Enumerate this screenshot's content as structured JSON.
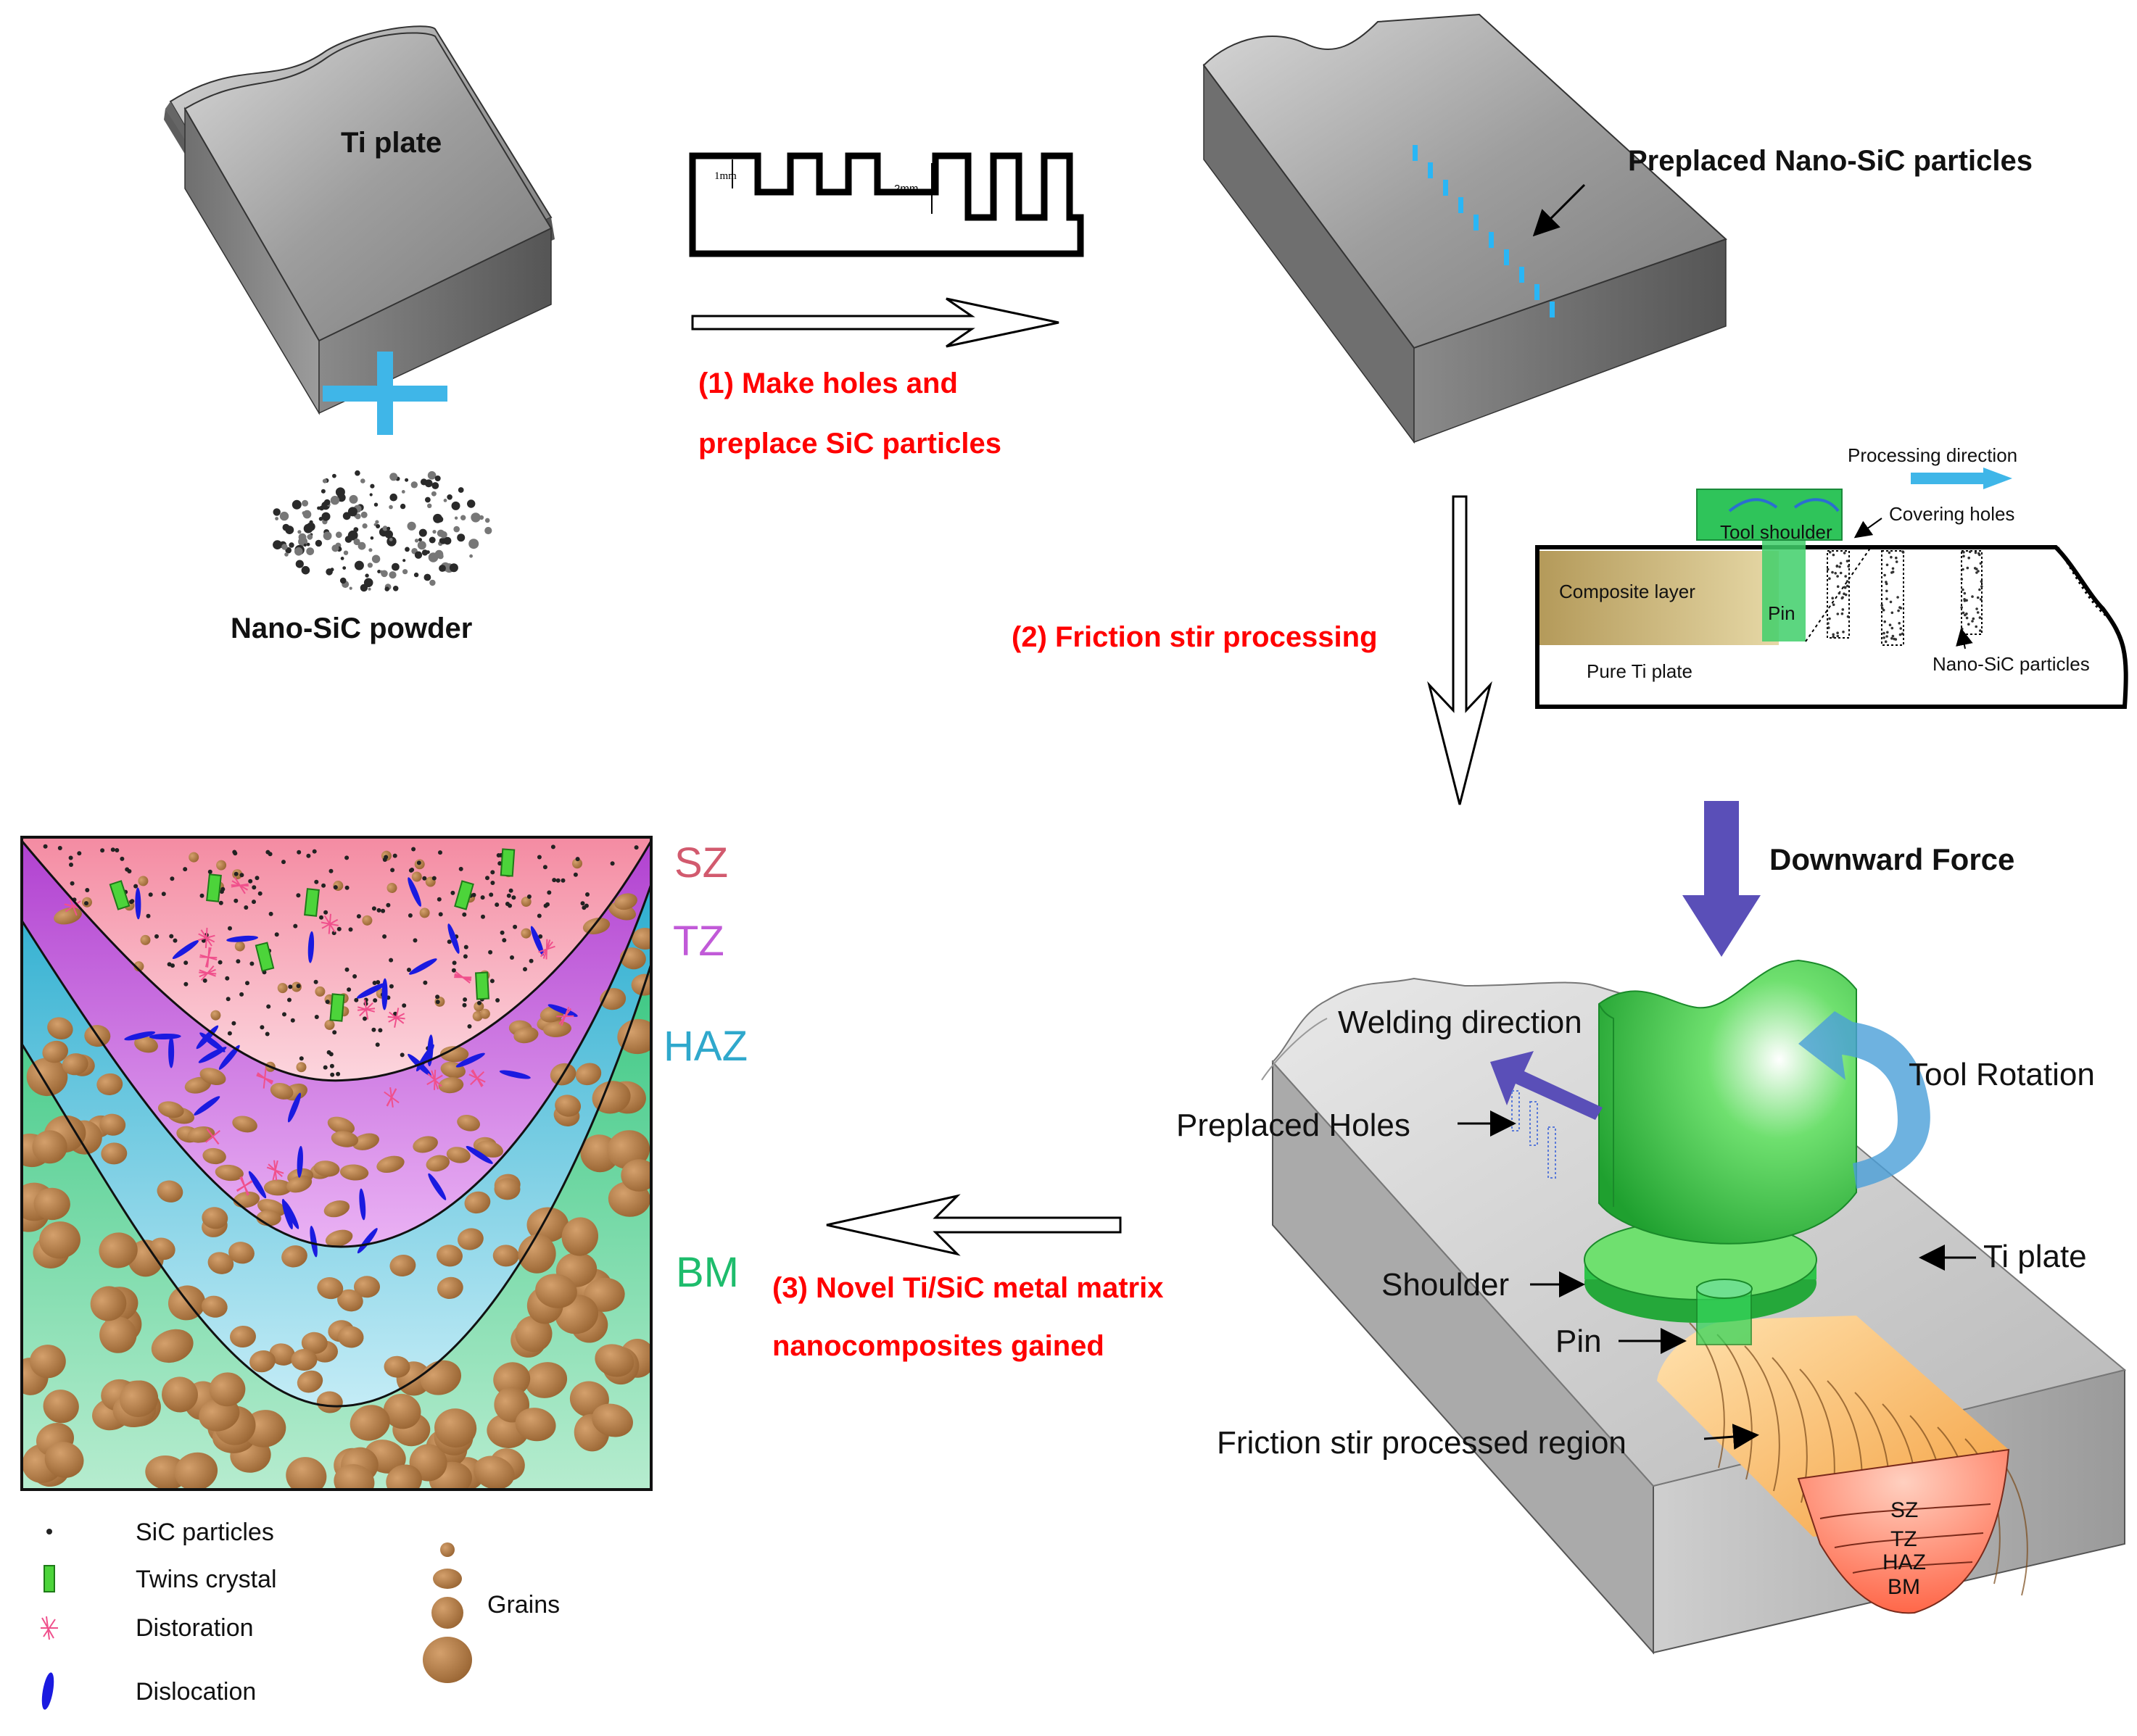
{
  "labels": {
    "ti_plate_top": "Ti plate",
    "nano_sic_powder": "Nano-SiC powder",
    "hole_1mm": "1mm",
    "hole_2mm": "2mm",
    "step1_line1": "(1) Make holes and",
    "step1_line2": "preplace SiC particles",
    "preplaced_particles": "Preplaced Nano-SiC particles",
    "step2": "(2) Friction stir processing",
    "processing_direction": "Processing direction",
    "tool_shoulder": "Tool shoulder",
    "covering_holes": "Covering holes",
    "composite_layer": "Composite layer",
    "pin_inset": "Pin",
    "pure_ti_plate": "Pure Ti plate",
    "nano_sic_particles_inset": "Nano-SiC particles",
    "downward_force": "Downward Force",
    "welding_direction": "Welding direction",
    "tool_rotation": "Tool Rotation",
    "preplaced_holes": "Preplaced Holes",
    "shoulder": "Shoulder",
    "ti_plate_right": "Ti plate",
    "pin": "Pin",
    "fsp_region": "Friction stir processed region",
    "zone_sz": "SZ",
    "zone_tz": "TZ",
    "zone_haz": "HAZ",
    "zone_bm": "BM",
    "step3_line1": "(3) Novel Ti/SiC metal matrix",
    "step3_line2": "nanocomposites gained"
  },
  "legend": {
    "sic_particles": "SiC particles",
    "twins_crystal": "Twins crystal",
    "distortion": "Distoration",
    "dislocation": "Dislocation",
    "grains": "Grains"
  },
  "colors": {
    "step_text": "#ff0000",
    "sz": "#f7a3b4",
    "tz": "#c15ad8",
    "haz": "#36b5d6",
    "bm": "#2bc57f",
    "grain": "#b5804a",
    "twin": "#4cd43a",
    "dislocation": "#1a1ae0",
    "distortion": "#f0508c",
    "tool_green": "#2fc44a",
    "force_arrow": "#5a4fb8",
    "rotation_arrow": "#4a9fd8",
    "sic_blue": "#29b6f6"
  }
}
